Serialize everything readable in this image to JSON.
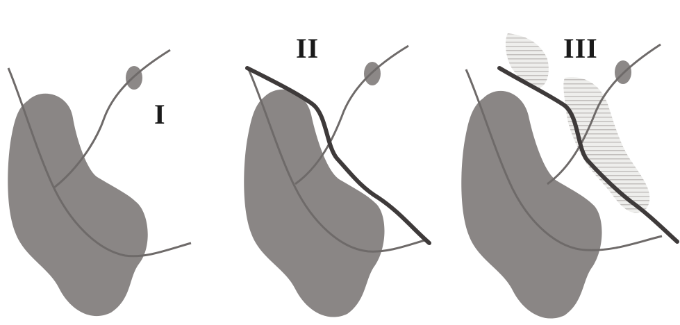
{
  "figure": {
    "panels": [
      {
        "label": "I"
      },
      {
        "label": "II"
      },
      {
        "label": "III"
      }
    ],
    "colors": {
      "region_fill": "#8a8685",
      "node_fill": "#8c8887",
      "thin_line": "#6e6a69",
      "thick_line": "#3e3a3a",
      "hatch": "#c9c6c4"
    }
  }
}
